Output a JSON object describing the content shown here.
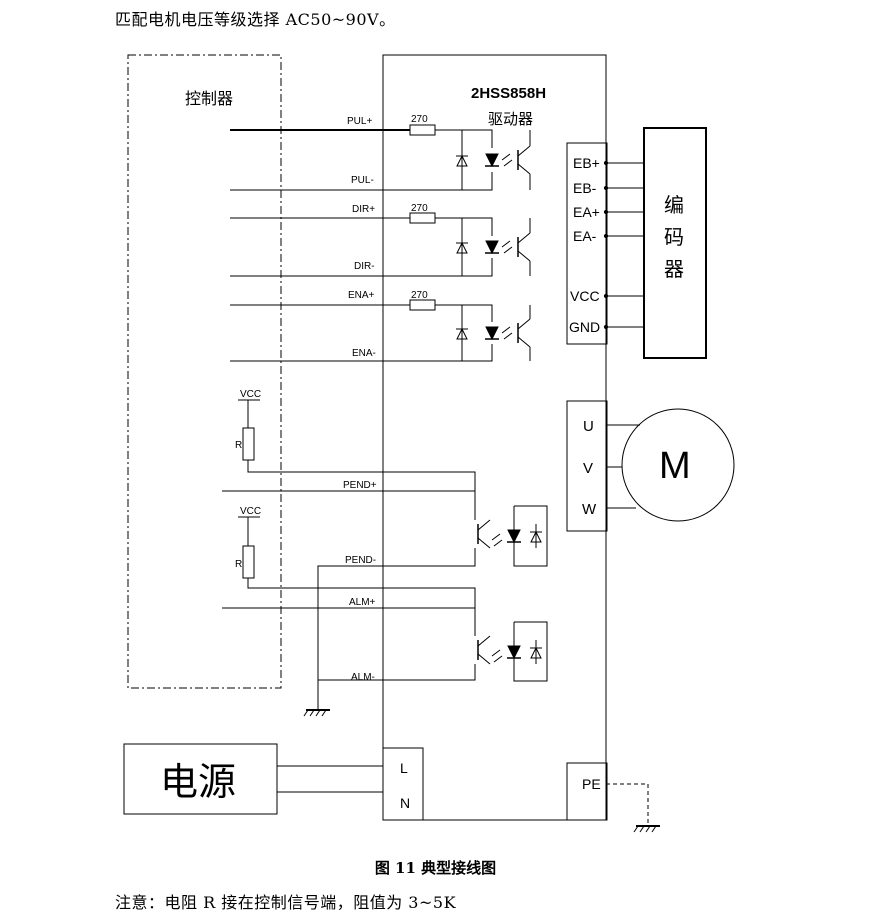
{
  "intro_text": "匹配电机电压等级选择 AC50~90V。",
  "controller": {
    "label": "控制器"
  },
  "driver": {
    "model": "2HSS858H",
    "label": "驱动器"
  },
  "resistor_value": "270",
  "signal_labels": {
    "pul_plus": "PUL+",
    "pul_minus": "PUL-",
    "dir_plus": "DIR+",
    "dir_minus": "DIR-",
    "ena_plus": "ENA+",
    "ena_minus": "ENA-",
    "pend_plus": "PEND+",
    "pend_minus": "PEND-",
    "alm_plus": "ALM+",
    "alm_minus": "ALM-"
  },
  "pullup": {
    "vcc": "VCC",
    "r": "R"
  },
  "encoder": {
    "label_chars": [
      "编",
      "码",
      "器"
    ],
    "pins": {
      "eb_plus": "EB+",
      "eb_minus": "EB-",
      "ea_plus": "EA+",
      "ea_minus": "EA-",
      "vcc": "VCC",
      "gnd": "GND"
    }
  },
  "motor": {
    "label": "M",
    "phases": {
      "u": "U",
      "v": "V",
      "w": "W"
    }
  },
  "power": {
    "label": "电源",
    "l": "L",
    "n": "N"
  },
  "pe_label": "PE",
  "caption": "图 11  典型接线图",
  "note": "注意：电阻 R 接在控制信号端，阻值为 3~5K"
}
